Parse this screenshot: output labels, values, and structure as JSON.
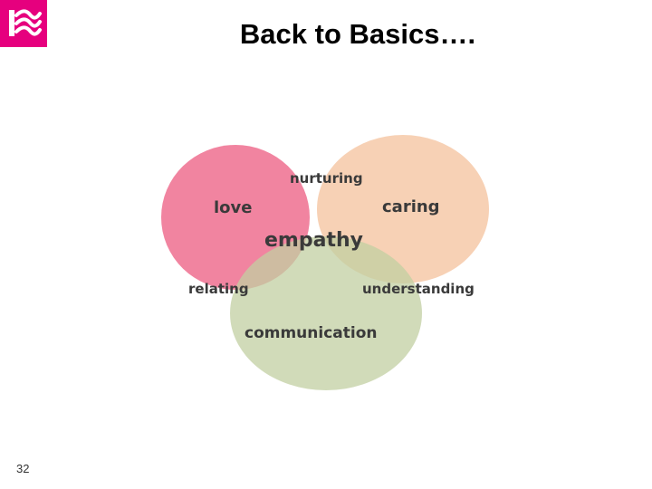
{
  "slide": {
    "title": "Back to Basics….",
    "page_number": "32"
  },
  "logo": {
    "icon": "waves-logo-icon",
    "color": "#e6007e"
  },
  "venn": {
    "circles": [
      {
        "name": "pink",
        "color": "#f07d9b"
      },
      {
        "name": "peach",
        "color": "#f5c6a2"
      },
      {
        "name": "green",
        "color": "#c2cfa2"
      }
    ],
    "labels": {
      "love": "love",
      "caring": "caring",
      "communication": "communication",
      "nurturing": "nurturing",
      "relating": "relating",
      "understanding": "understanding",
      "center": "empathy"
    }
  }
}
